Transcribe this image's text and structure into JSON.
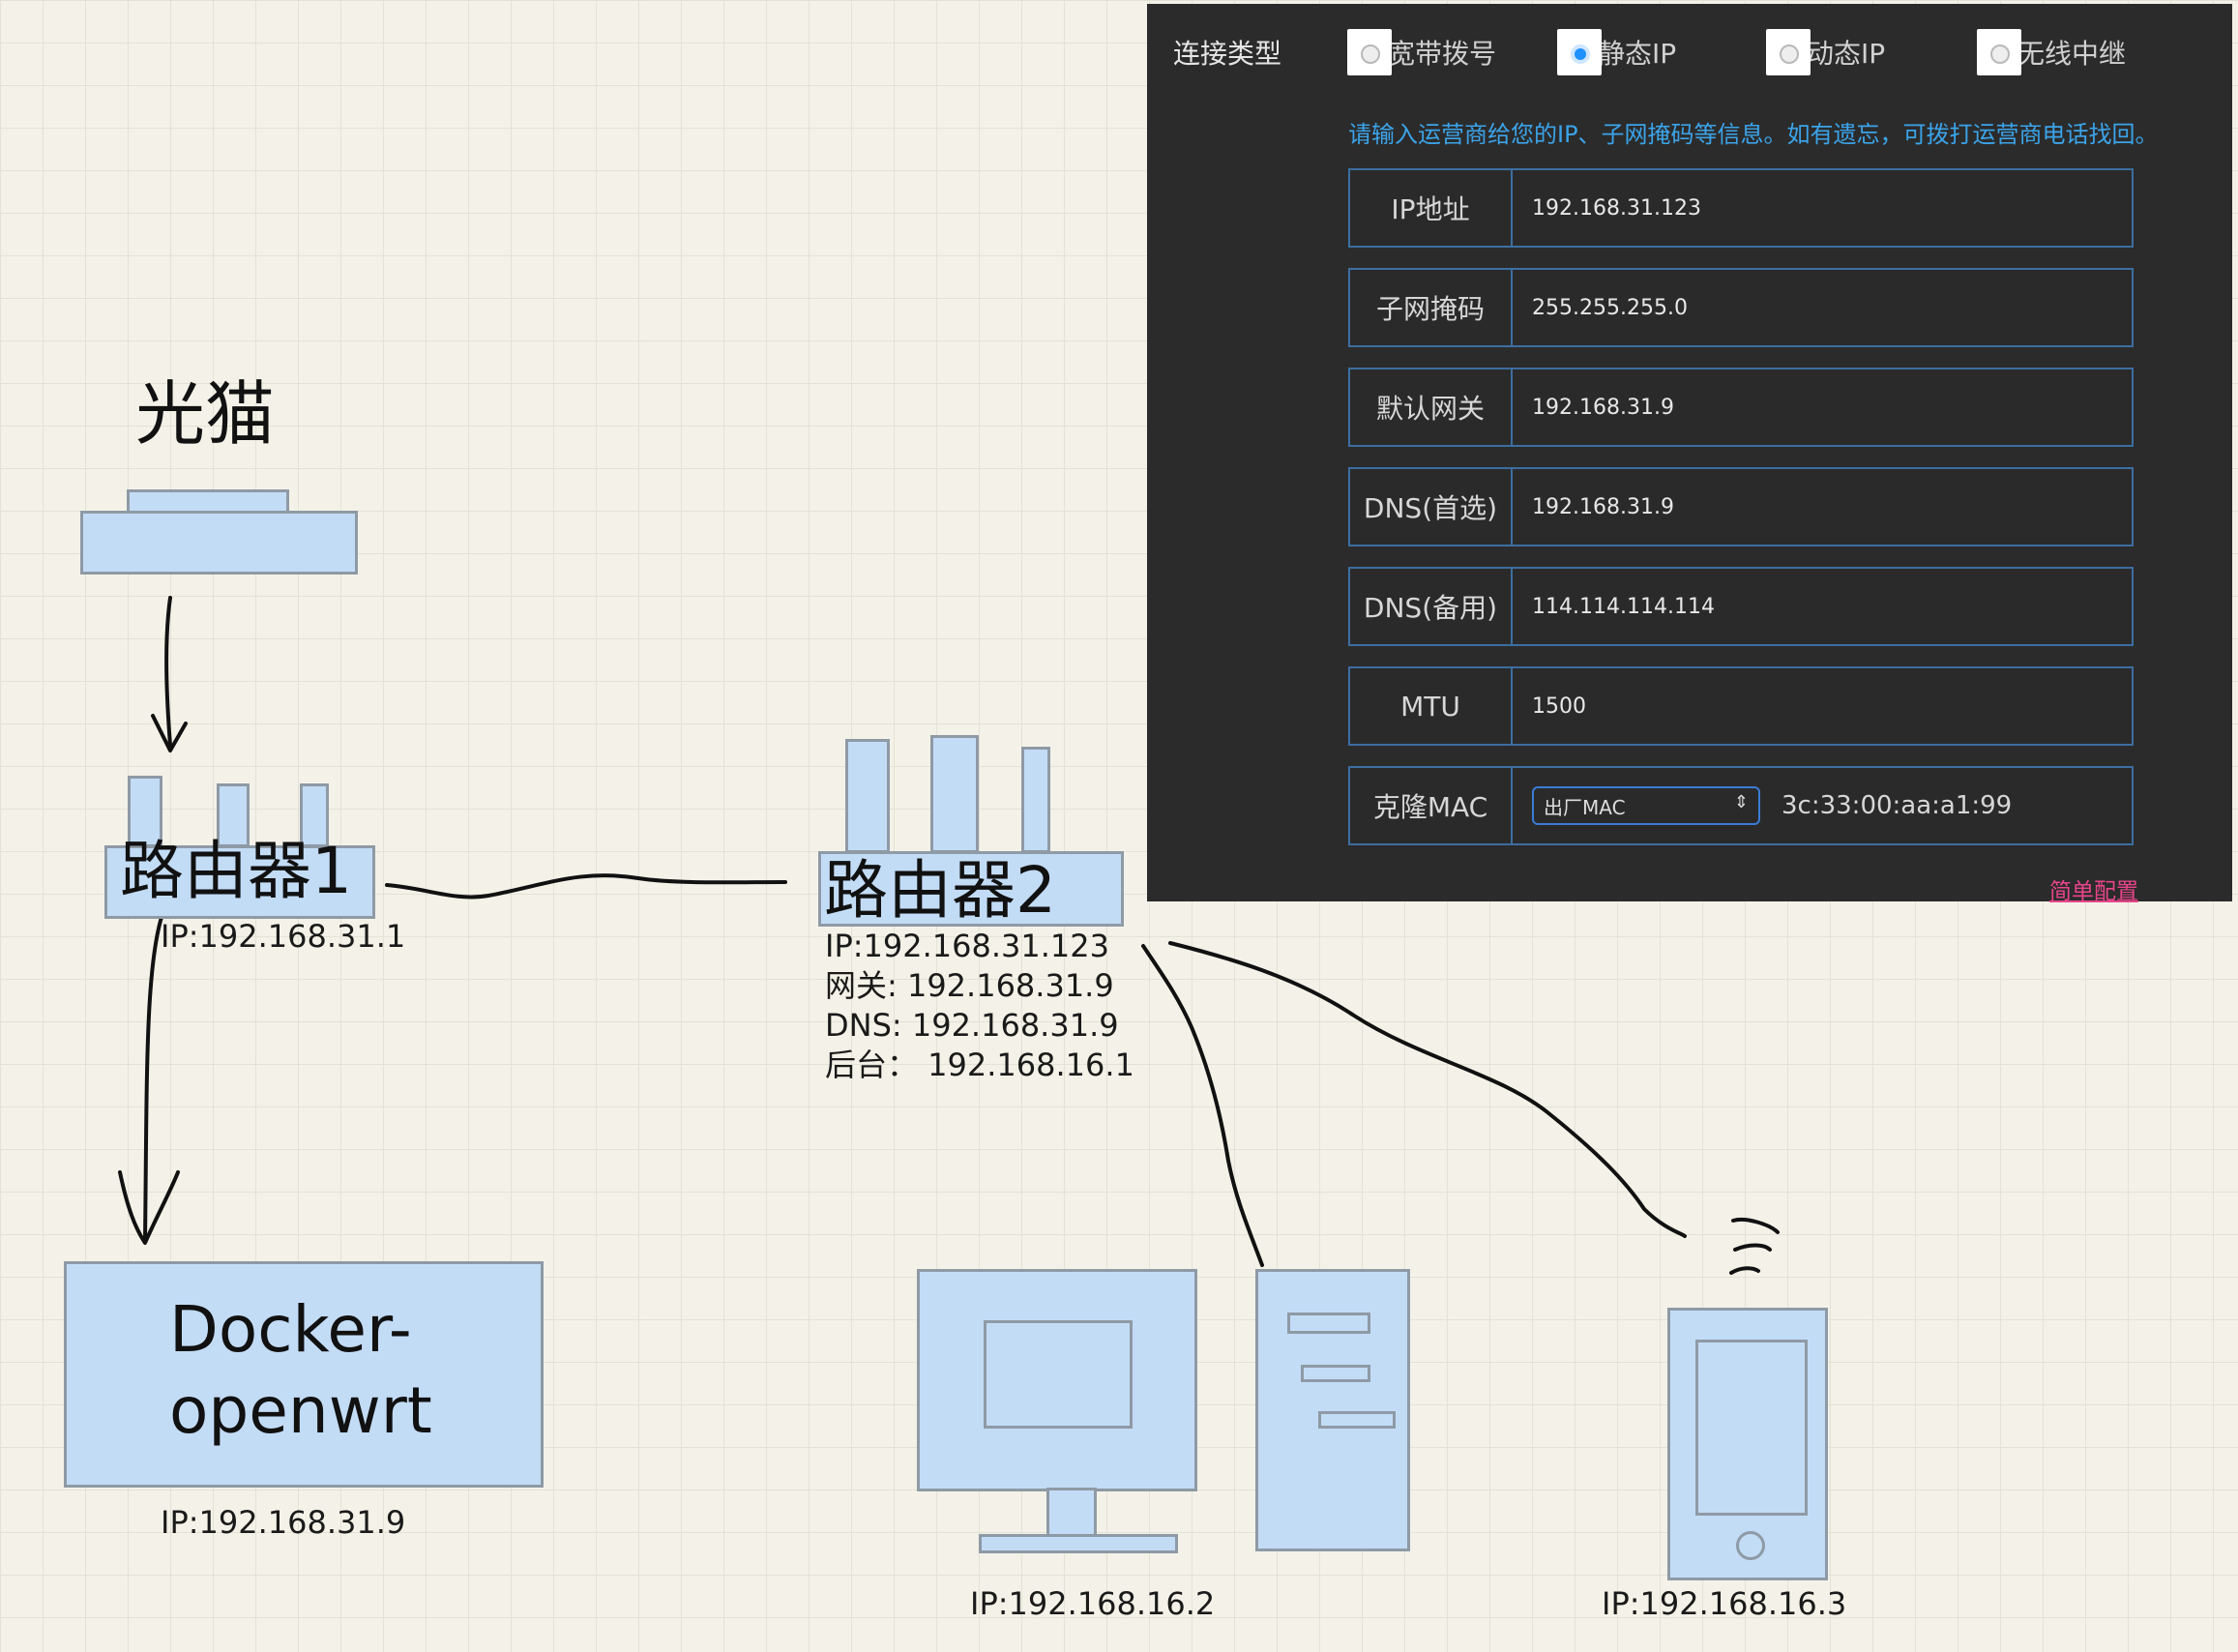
{
  "labels": {
    "modem": "光猫",
    "router1": "路由器1",
    "router1_ip": "IP:192.168.31.1",
    "router2": "路由器2",
    "router2_info": [
      "IP:192.168.31.123",
      "网关: 192.168.31.9",
      "DNS: 192.168.31.9",
      "后台：  192.168.16.1"
    ],
    "docker_line1": "Docker-",
    "docker_line2": "openwrt",
    "docker_ip": "IP:192.168.31.9",
    "pc_ip": "IP:192.168.16.2",
    "phone_ip": "IP:192.168.16.3"
  },
  "panel": {
    "connection_type_label": "连接类型",
    "options": [
      {
        "label": "宽带拨号",
        "selected": false
      },
      {
        "label": "静态IP",
        "selected": true
      },
      {
        "label": "动态IP",
        "selected": false
      },
      {
        "label": "无线中继",
        "selected": false
      }
    ],
    "hint": "请输入运营商给您的IP、子网掩码等信息。如有遗忘，可拨打运营商电话找回。",
    "fields": [
      {
        "label": "IP地址",
        "value": "192.168.31.123"
      },
      {
        "label": "子网掩码",
        "value": "255.255.255.0"
      },
      {
        "label": "默认网关",
        "value": "192.168.31.9"
      },
      {
        "label": "DNS(首选)",
        "value": "192.168.31.9"
      },
      {
        "label": "DNS(备用)",
        "value": "114.114.114.114"
      },
      {
        "label": "MTU",
        "value": "1500"
      }
    ],
    "clone_mac": {
      "label": "克隆MAC",
      "select_value": "出厂MAC",
      "mac": "3c:33:00:aa:a1:99"
    },
    "simple_config_link": "简单配置"
  },
  "colors": {
    "device_fill": "#c3dcf6",
    "device_stroke": "#8e9aa5",
    "panel_bg": "#2b2b2b",
    "accent_blue": "#3ba4ea",
    "link_pink": "#e8458b"
  }
}
